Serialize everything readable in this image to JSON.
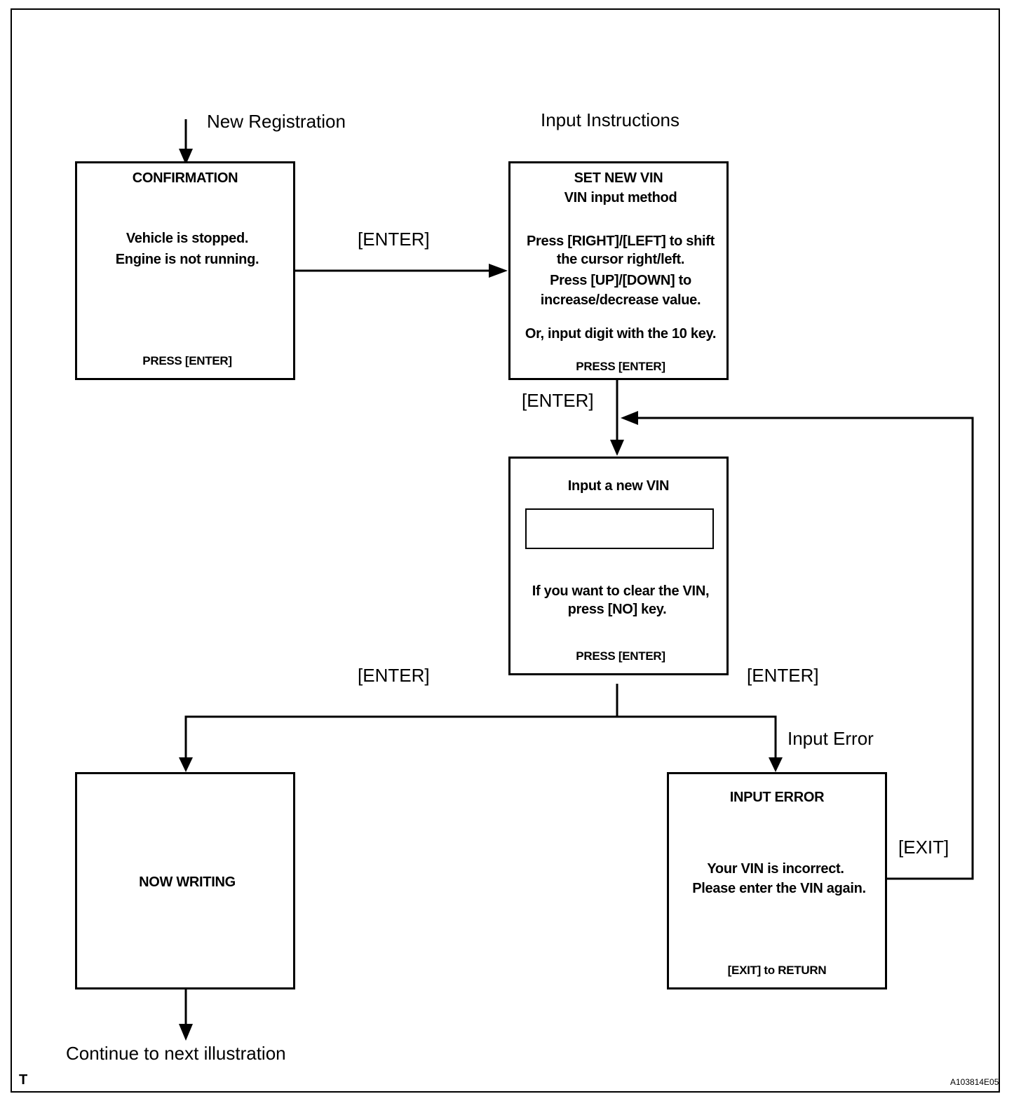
{
  "labels": {
    "new_registration": "New Registration",
    "input_instructions": "Input Instructions",
    "enter_1": "[ENTER]",
    "enter_2": "[ENTER]",
    "enter_3": "[ENTER]",
    "enter_4": "[ENTER]",
    "input_error": "Input Error",
    "exit": "[EXIT]",
    "continue": "Continue to next illustration"
  },
  "boxes": {
    "confirmation": {
      "title": "CONFIRMATION",
      "line1": "Vehicle is stopped.",
      "line2": "Engine is not running.",
      "footer": "PRESS [ENTER]"
    },
    "set_new_vin": {
      "title": "SET NEW VIN",
      "subtitle": "VIN input method",
      "line1": "Press [RIGHT]/[LEFT] to shift",
      "line2": "the cursor right/left.",
      "line3": "Press [UP]/[DOWN]  to",
      "line4": "increase/decrease value.",
      "line5": "Or, input digit with the 10 key.",
      "footer": "PRESS [ENTER]"
    },
    "input_vin": {
      "title": "Input a new VIN",
      "field_value": "",
      "line1": "If you want to clear the VIN,",
      "line2": "press [NO] key.",
      "footer": "PRESS [ENTER]"
    },
    "now_writing": {
      "title": "NOW WRITING"
    },
    "input_error": {
      "title": "INPUT  ERROR",
      "line1": "Your VIN is incorrect.",
      "line2": "Please enter the VIN again.",
      "footer": "[EXIT] to RETURN"
    }
  },
  "corner_mark": "T",
  "figure_code": "A103814E05"
}
